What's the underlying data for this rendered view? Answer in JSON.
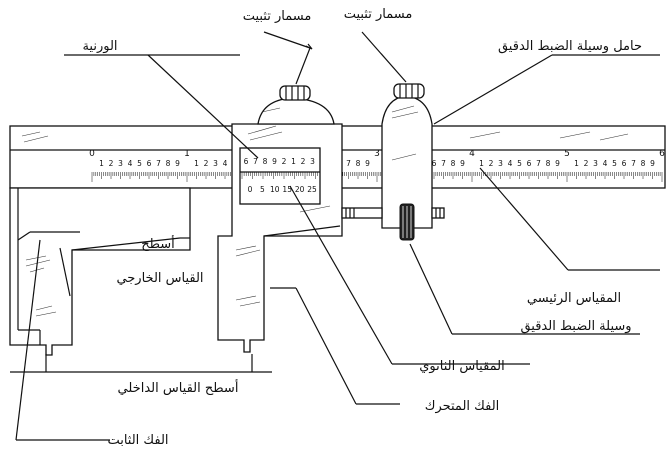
{
  "labels": {
    "clamp_screw_left": "مسمار تثبيت",
    "clamp_screw_right": "مسمار تثبيت",
    "vernier": "الورنية",
    "fine_adjust_holder": "حامل وسيلة الضبط الدقيق",
    "outside_faces_line1": "أسطح",
    "outside_faces_line2": "القياس الخارجي",
    "main_scale": "المقياس الرئيسي",
    "fine_adjust": "وسيلة الضبط الدقيق",
    "secondary_scale": "المقياس الثانوي",
    "inside_faces": "أسطح القياس الداخلي",
    "movable_jaw": "الفك المتحرك",
    "fixed_jaw": "الفك الثابت"
  },
  "main_scale": {
    "major_numbers": [
      "0",
      "1",
      "2",
      "3",
      "4",
      "5",
      "6"
    ],
    "minor_digits": [
      "1",
      "2",
      "3",
      "4",
      "5",
      "6",
      "7",
      "8",
      "9"
    ]
  },
  "vernier_scale": {
    "upper_digits": [
      "6",
      "7",
      "8",
      "9",
      "2",
      "1",
      "2",
      "3"
    ],
    "lower_numbers": [
      "0",
      "5",
      "10",
      "15",
      "20",
      "25"
    ]
  }
}
